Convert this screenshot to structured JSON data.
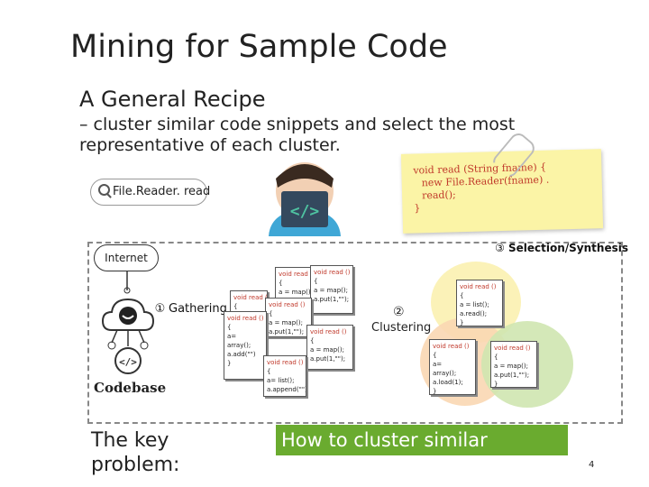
{
  "title": "Mining for Sample Code",
  "subtitle": "A General Recipe",
  "description": "– cluster similar code snippets and select the most representative of each cluster.",
  "search": {
    "text": "File.Reader. read"
  },
  "note": {
    "line1": "void read (String fname) {",
    "line2": "new File.Reader(fname)  .",
    "line3": "read();",
    "line4": "}"
  },
  "labels": {
    "internet": "Internet",
    "gathering": "Gathering",
    "gathering_num": "①",
    "codebase": "Codebase",
    "clustering": "Clustering",
    "clustering_num": "②",
    "selection": "Selection/Synthesis",
    "selection_num": "③"
  },
  "code_cards": {
    "a1": "void read ()",
    "a2": "{",
    "a3": "a = map();",
    "a4": "a.put(1,\"\");",
    "a5": "}",
    "b1": "void read ()",
    "b2": "{",
    "b3": "a = list();",
    "b4": "a.read();",
    "b5": "}",
    "c1": "void read ()",
    "c2": "{",
    "c3": "a=",
    "c4": "array();",
    "c5": "a.add(\"\")",
    "c6": "}",
    "d1": "void read ()",
    "d2": "{",
    "d3": "a= list();",
    "d4": "a.append(\"\")",
    "d5": "}",
    "e1": "void read ()",
    "e2": "{",
    "e3": "a=",
    "e4": "array();",
    "e5": "a.load(1);",
    "e6": "}",
    "f1": "void read ()",
    "f2": "{",
    "f3": "a = map();",
    "f4": "a.put(1,\"\");",
    "f5": "}"
  },
  "key_problem": "The key problem:",
  "how_to": "How to cluster similar",
  "page_number": "4",
  "colors": {
    "note_bg": "#fbf4a6",
    "note_text": "#c0392b",
    "cluster_green": "#cfe6b0",
    "cluster_orange": "#f9d7b3",
    "cluster_yellow": "#fbf1b0",
    "how_to_bg": "#6aab2f",
    "keyword_red": "#c0392b"
  },
  "icons": [
    "search-icon",
    "coder-illustration",
    "github-cloud-icon",
    "code-icon",
    "paperclip-icon"
  ]
}
